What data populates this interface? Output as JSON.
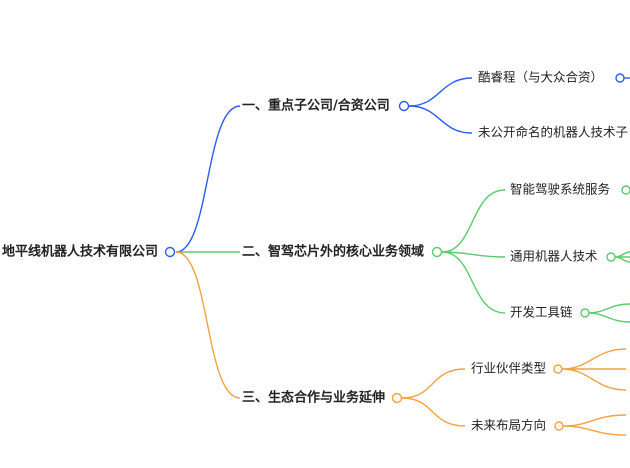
{
  "colors": {
    "blue": "#2b5cf0",
    "green": "#5ccb6d",
    "orange": "#f5a13f"
  },
  "root": "地平线机器人技术有限公司",
  "branches": [
    {
      "label": "一、重点子公司/合资公司",
      "children": [
        "酷睿程（与大众合资）",
        "未公开命名的机器人技术子"
      ]
    },
    {
      "label": "二、智驾芯片外的核心业务领域",
      "children": [
        "智能驾驶系统服务",
        "通用机器人技术",
        "开发工具链"
      ]
    },
    {
      "label": "三、生态合作与业务延伸",
      "children": [
        "行业伙伴类型",
        "未来布局方向"
      ]
    }
  ]
}
